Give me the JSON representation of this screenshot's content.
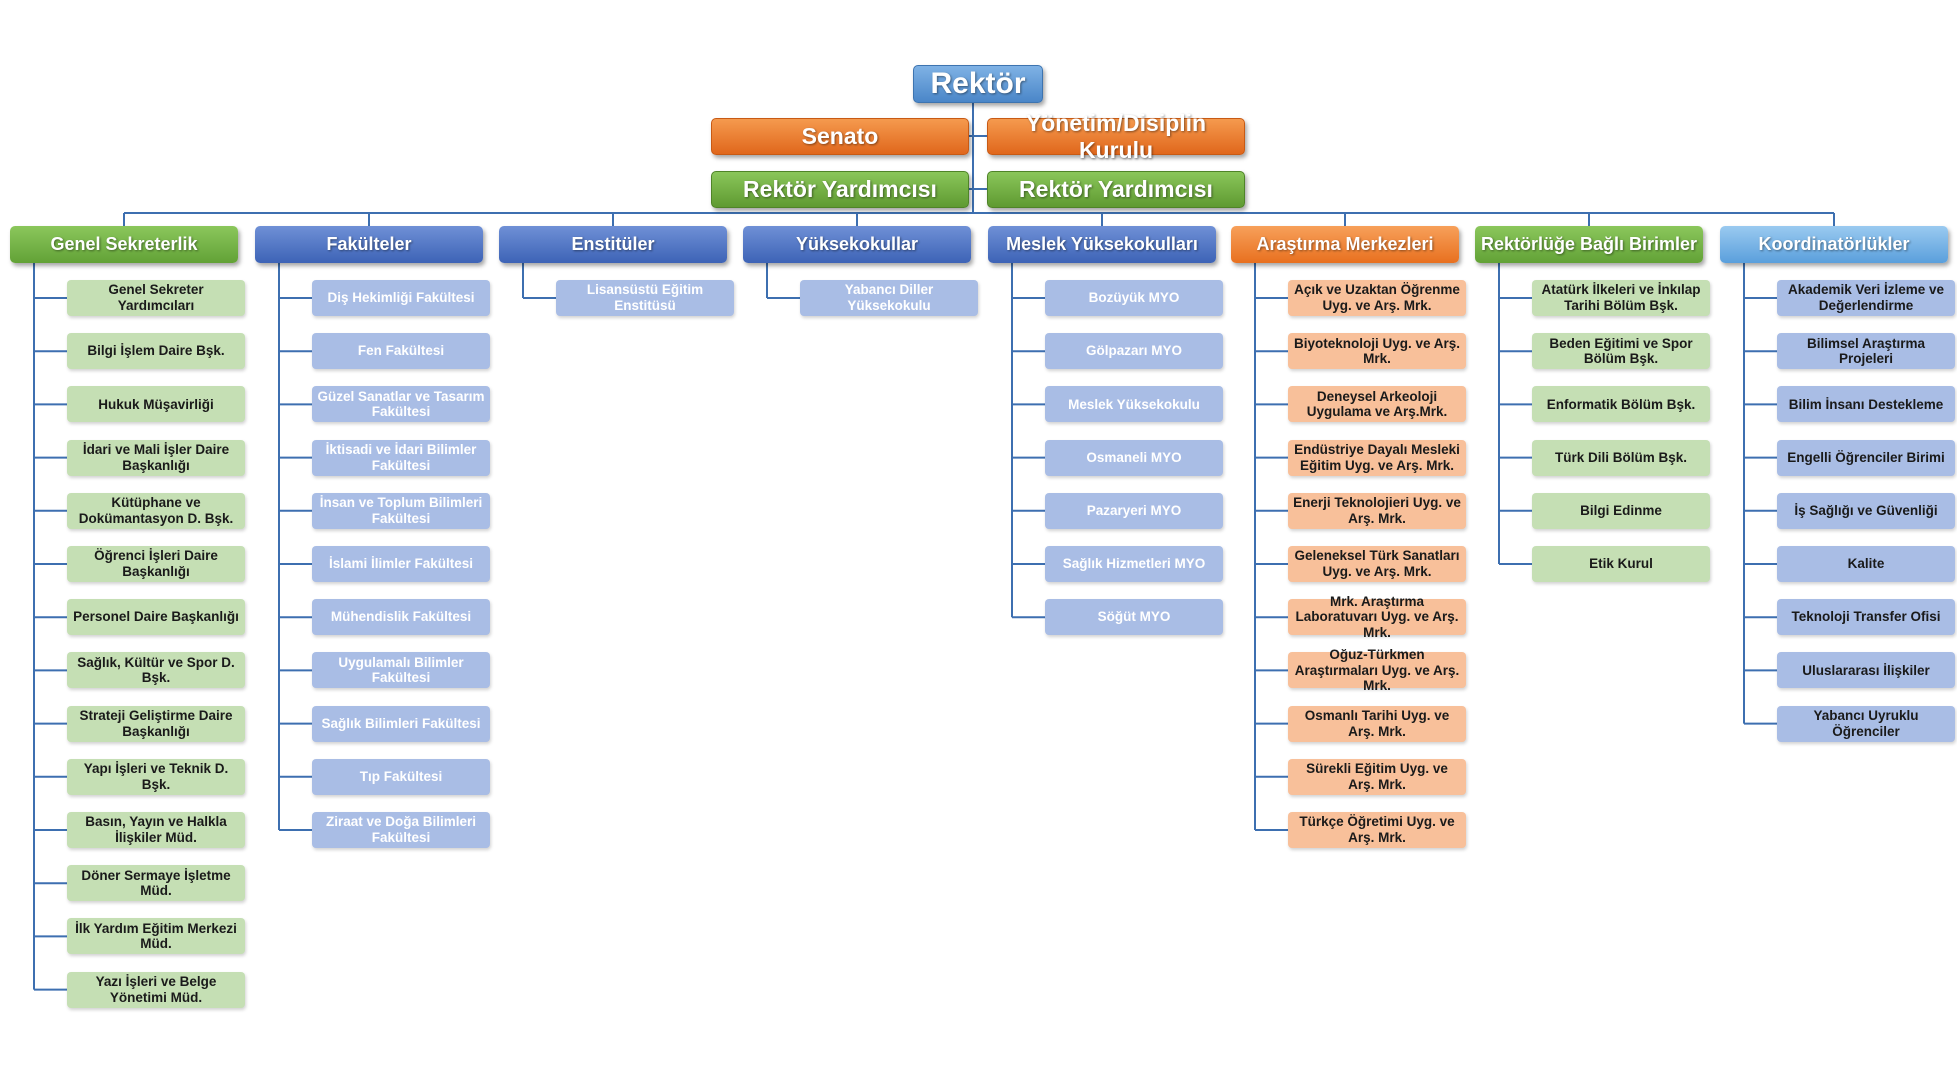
{
  "top": {
    "rektor": "Rektör",
    "senato": "Senato",
    "yonetim": "Yönetim/Disiplin Kurulu",
    "yardimci_left": "Rektör Yardımcısı",
    "yardimci_right": "Rektör Yardımcısı"
  },
  "colors": {
    "rektor": "#4a86c8",
    "orange": "#e0671c",
    "green": "#5f9a31",
    "connector": "#3d6fb0"
  },
  "columns": [
    {
      "title": "Genel Sekreterlik",
      "children": [
        "Genel Sekreter Yardımcıları",
        "Bilgi İşlem Daire Bşk.",
        "Hukuk Müşavirliği",
        "İdari ve Mali İşler Daire Başkanlığı",
        "Kütüphane ve Dokümantasyon D. Bşk.",
        "Öğrenci İşleri Daire Başkanlığı",
        "Personel Daire Başkanlığı",
        "Sağlık, Kültür ve Spor D. Bşk.",
        "Strateji Geliştirme Daire Başkanlığı",
        "Yapı İşleri ve Teknik D. Bşk.",
        "Basın, Yayın ve Halkla İlişkiler Müd.",
        "Döner Sermaye İşletme Müd.",
        "İlk Yardım Eğitim Merkezi Müd.",
        "Yazı İşleri ve Belge Yönetimi Müd."
      ]
    },
    {
      "title": "Fakülteler",
      "children": [
        "Diş Hekimliği Fakültesi",
        "Fen Fakültesi",
        "Güzel Sanatlar ve Tasarım Fakültesi",
        "İktisadi ve İdari Bilimler Fakültesi",
        "İnsan ve Toplum Bilimleri Fakültesi",
        "İslami İlimler Fakültesi",
        "Mühendislik Fakültesi",
        "Uygulamalı Bilimler Fakültesi",
        "Sağlık Bilimleri Fakültesi",
        "Tıp Fakültesi",
        "Ziraat ve Doğa Bilimleri Fakültesi"
      ]
    },
    {
      "title": "Enstitüler",
      "children": [
        "Lisansüstü Eğitim Enstitüsü"
      ]
    },
    {
      "title": "Yüksekokullar",
      "children": [
        "Yabancı Diller Yüksekokulu"
      ]
    },
    {
      "title": "Meslek Yüksekokulları",
      "children": [
        "Bozüyük MYO",
        "Gölpazarı MYO",
        "Meslek Yüksekokulu",
        "Osmaneli MYO",
        "Pazaryeri MYO",
        "Sağlık Hizmetleri MYO",
        "Söğüt MYO"
      ]
    },
    {
      "title": "Araştırma Merkezleri",
      "children": [
        "Açık ve Uzaktan Öğrenme Uyg. ve Arş. Mrk.",
        "Biyoteknoloji Uyg. ve Arş. Mrk.",
        "Deneysel Arkeoloji Uygulama ve Arş.Mrk.",
        "Endüstriye Dayalı Mesleki Eğitim Uyg. ve Arş. Mrk.",
        "Enerji Teknolojieri Uyg. ve Arş. Mrk.",
        "Geleneksel Türk Sanatları Uyg. ve Arş. Mrk.",
        "Mrk. Araştırma Laboratuvarı Uyg. ve Arş. Mrk.",
        "Oğuz-Türkmen Araştırmaları Uyg. ve Arş. Mrk.",
        "Osmanlı Tarihi Uyg. ve Arş. Mrk.",
        "Sürekli Eğitim Uyg. ve Arş. Mrk.",
        "Türkçe Öğretimi Uyg. ve Arş. Mrk."
      ]
    },
    {
      "title": "Rektörlüğe Bağlı Birimler",
      "children": [
        "Atatürk İlkeleri ve İnkılap Tarihi Bölüm Bşk.",
        "Beden Eğitimi ve Spor Bölüm Bşk.",
        "Enformatik Bölüm Bşk.",
        "Türk Dili Bölüm Bşk.",
        "Bilgi Edinme",
        "Etik Kurul"
      ]
    },
    {
      "title": "Koordinatörlükler",
      "children": [
        "Akademik Veri İzleme ve Değerlendirme",
        "Bilimsel Araştırma Projeleri",
        "Bilim İnsanı Destekleme",
        "Engelli Öğrenciler Birimi",
        "İş Sağlığı ve Güvenliği",
        "Kalite",
        "Teknoloji Transfer Ofisi",
        "Uluslararası İlişkiler",
        "Yabancı Uyruklu Öğrenciler"
      ]
    }
  ]
}
